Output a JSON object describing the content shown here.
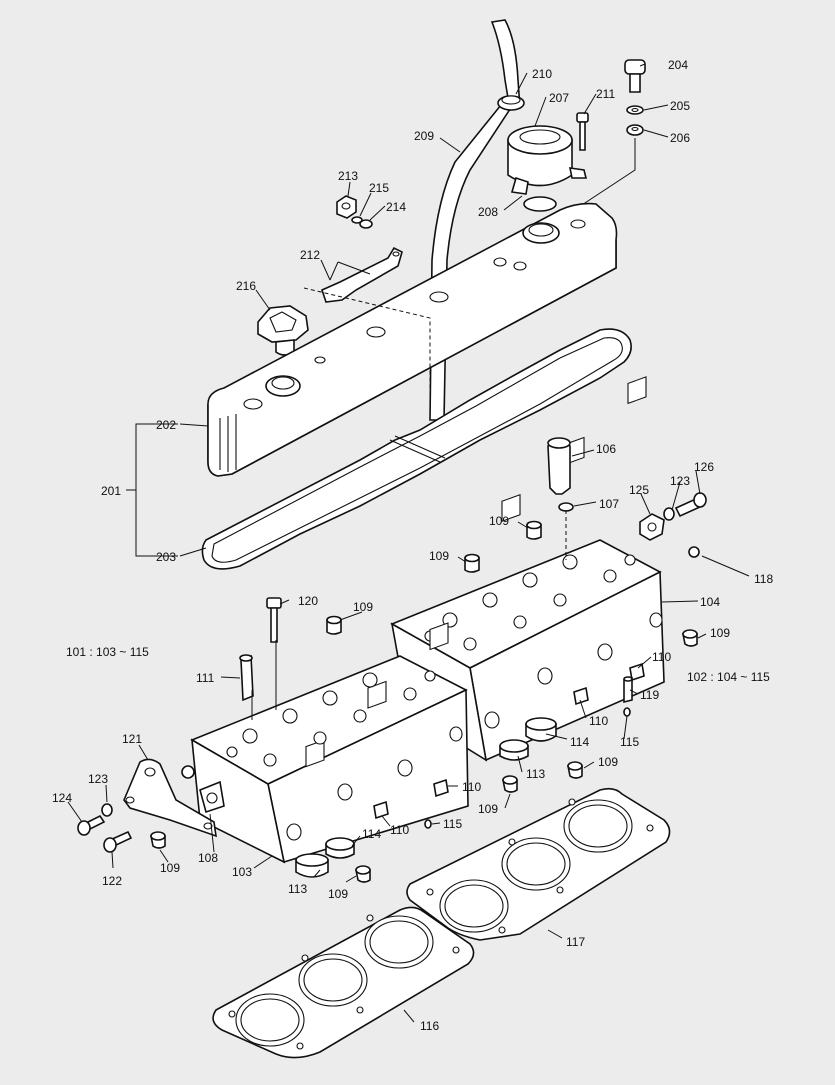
{
  "diagram": {
    "callouts": {
      "c201": "201",
      "c202": "202",
      "c203": "203",
      "c204": "204",
      "c205": "205",
      "c206": "206",
      "c207": "207",
      "c208": "208",
      "c209": "209",
      "c210": "210",
      "c211": "211",
      "c212": "212",
      "c213": "213",
      "c214": "214",
      "c215": "215",
      "c216": "216",
      "c106": "106",
      "c107": "107",
      "c125": "125",
      "c123a": "123",
      "c126": "126",
      "c109a": "109",
      "c109b": "109",
      "c109c": "109",
      "c109d": "109",
      "c109e": "109",
      "c109f": "109",
      "c109g": "109",
      "c109h": "109",
      "c118": "118",
      "c104": "104",
      "c110a": "110",
      "c110b": "110",
      "c110c": "110",
      "c110d": "110",
      "c119": "119",
      "c115a": "115",
      "c115b": "115",
      "c114a": "114",
      "c114b": "114",
      "c113a": "113",
      "c113b": "113",
      "c120": "120",
      "c111": "111",
      "c121": "121",
      "c123b": "123",
      "c124": "124",
      "c122": "122",
      "c108": "108",
      "c103": "103",
      "c116": "116",
      "c117": "117"
    },
    "groups": {
      "g101": "101 : 103 ~ 115",
      "g102": "102 : 104 ~ 115"
    }
  }
}
